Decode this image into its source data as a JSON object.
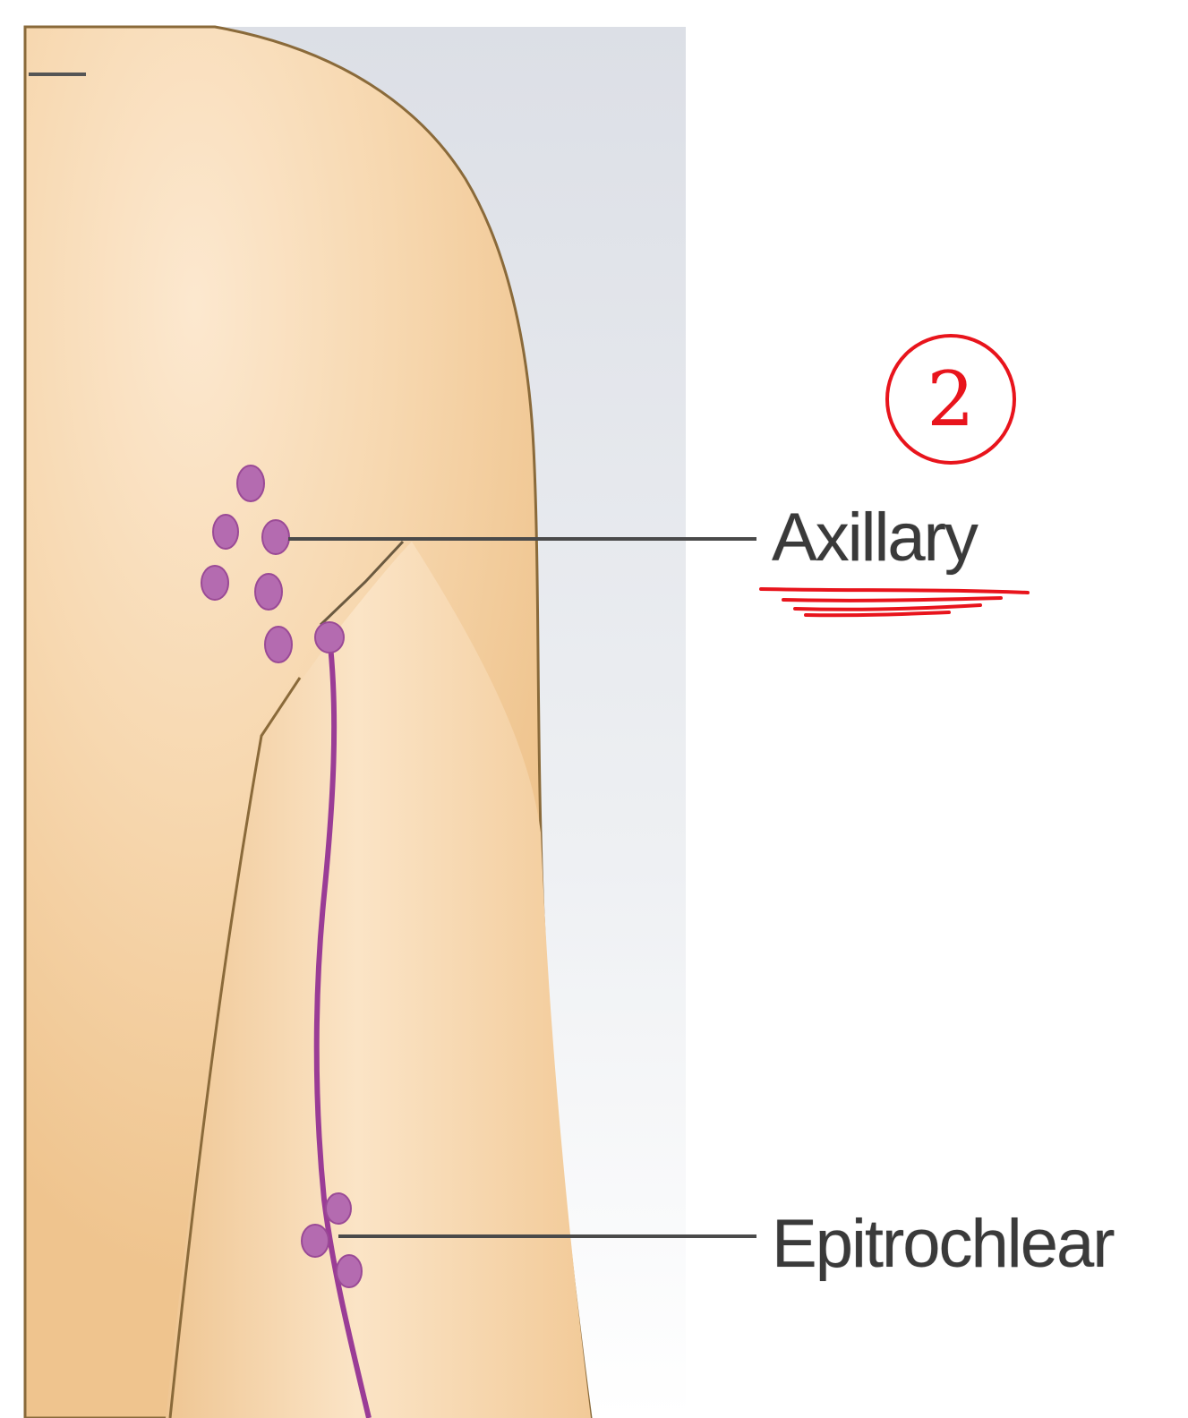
{
  "labels": {
    "axillary": "Axillary",
    "epitrochlear": "Epitrochlear"
  },
  "annotation": {
    "circled_number": "2"
  },
  "colors": {
    "skin": "#f5d2a6",
    "skin_highlight": "#fbe6cc",
    "skin_outline": "#8a6a3a",
    "background_panel": "#e4e6ec",
    "lymph_node": "#b46bb0",
    "lymph_vessel": "#9a3c96",
    "leader_line": "#4a4a4a",
    "annotation_red": "#e8141c"
  }
}
